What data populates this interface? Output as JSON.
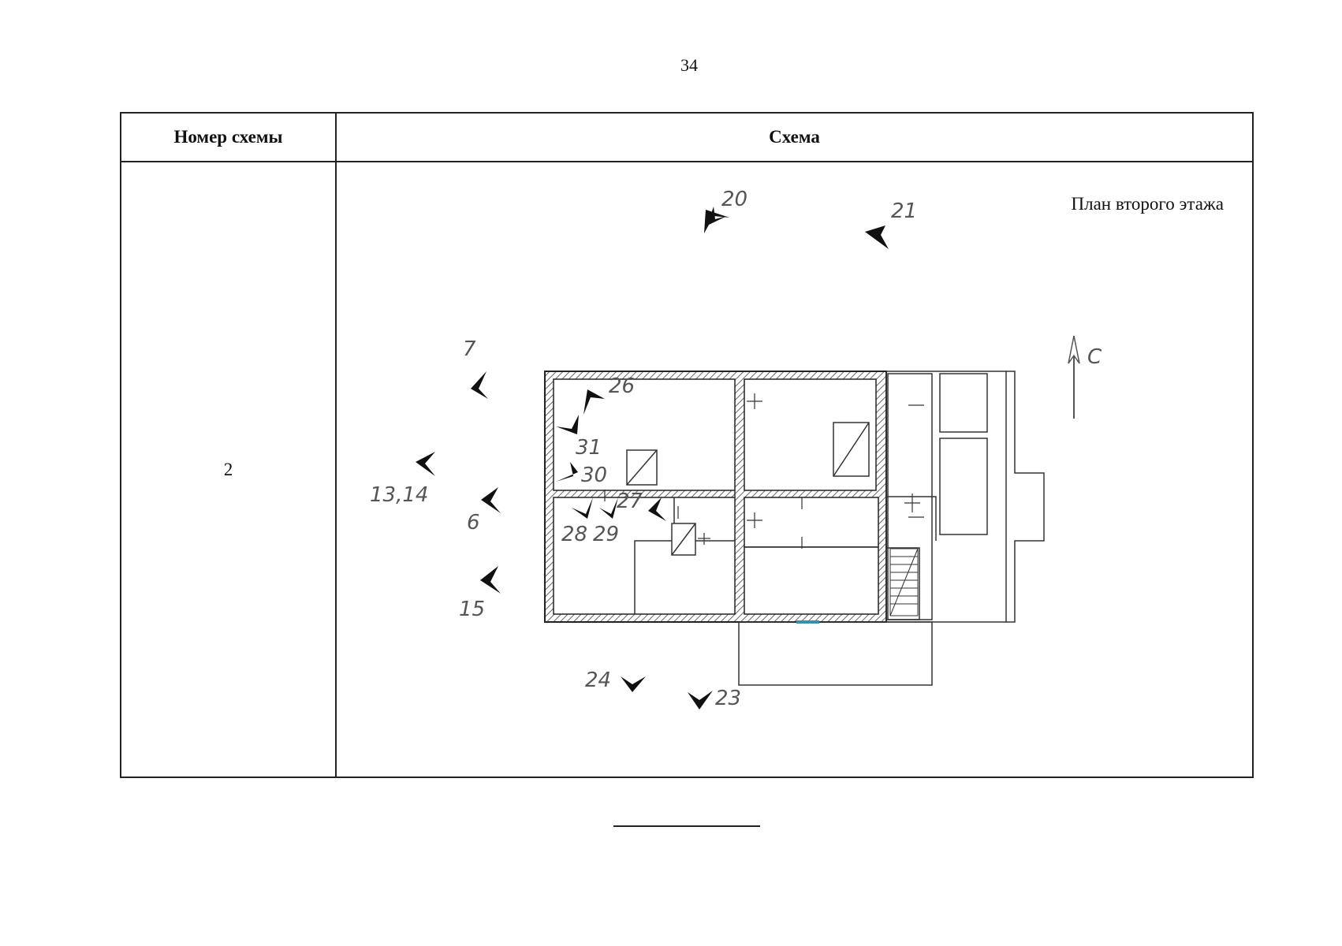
{
  "page": {
    "number": "34"
  },
  "table": {
    "headers": {
      "number": "Номер схемы",
      "scheme": "Схема"
    },
    "rows": [
      {
        "number": "2"
      }
    ]
  },
  "plan": {
    "title": "План второго этажа",
    "north_label": "С",
    "viewpoints": [
      {
        "label": "20",
        "direction": "north-west"
      },
      {
        "label": "21",
        "direction": "north-east"
      },
      {
        "label": "7",
        "direction": "west"
      },
      {
        "label": "26",
        "direction": "north-west"
      },
      {
        "label": "31",
        "direction": "south-west"
      },
      {
        "label": "30",
        "direction": "south-east"
      },
      {
        "label": "13,14",
        "direction": "west"
      },
      {
        "label": "6",
        "direction": "west"
      },
      {
        "label": "27",
        "direction": "west"
      },
      {
        "label": "28",
        "direction": "south-west"
      },
      {
        "label": "29",
        "direction": "south-west"
      },
      {
        "label": "15",
        "direction": "west"
      },
      {
        "label": "24",
        "direction": "south"
      },
      {
        "label": "23",
        "direction": "south"
      }
    ],
    "colors": {
      "ink": "#111111",
      "label": "#555555",
      "wall_hatch": "#666666",
      "window": "#3a8fb0"
    }
  }
}
